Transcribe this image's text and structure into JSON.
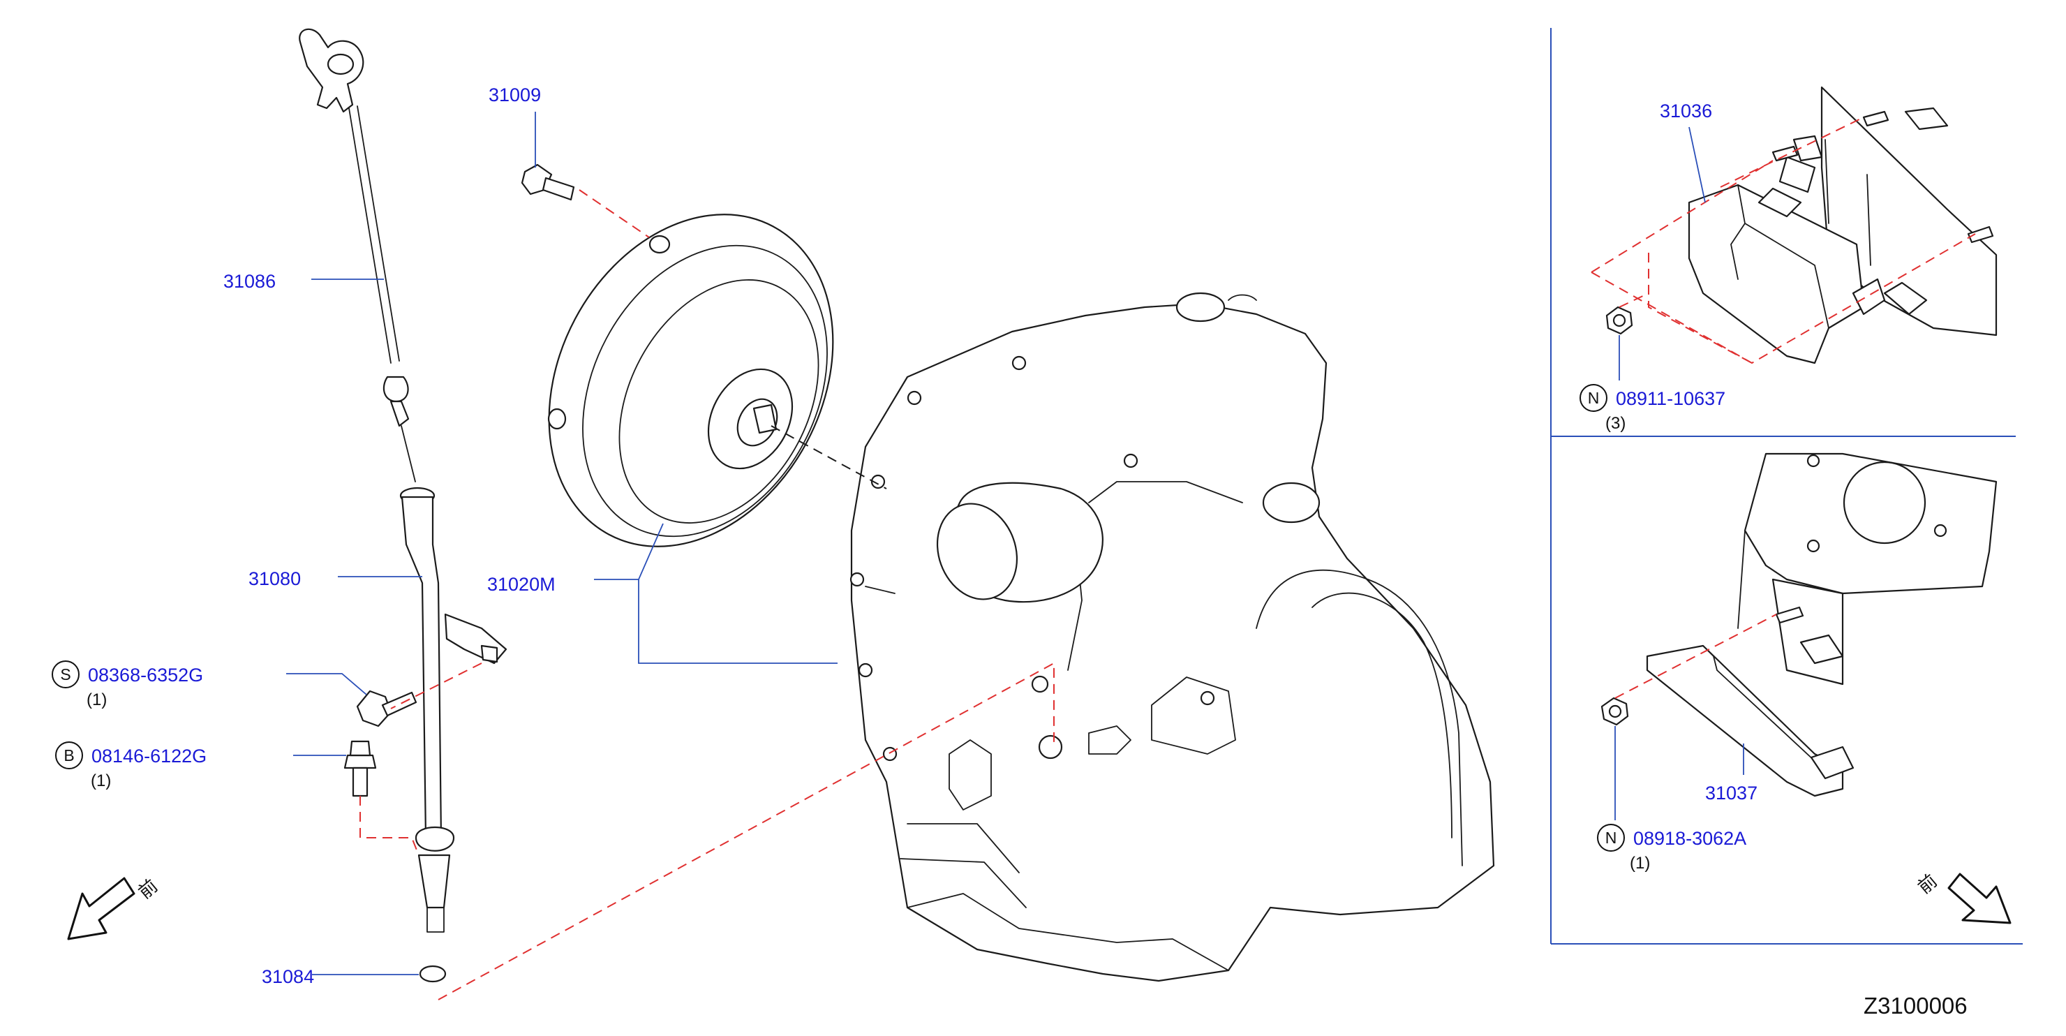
{
  "labels": {
    "p31009": "31009",
    "p31086": "31086",
    "p31080": "31080",
    "p31020m": "31020M",
    "p31084": "31084",
    "p31036": "31036",
    "p31037": "31037"
  },
  "fasteners": {
    "bolt_s": {
      "symbol": "S",
      "number": "08368-6352G",
      "qty": "(1)"
    },
    "bolt_b": {
      "symbol": "B",
      "number": "08146-6122G",
      "qty": "(1)"
    },
    "nut_n1": {
      "symbol": "N",
      "number": "08911-10637",
      "qty": "(3)"
    },
    "nut_n2": {
      "symbol": "N",
      "number": "08918-3062A",
      "qty": "(1)"
    }
  },
  "front_marker": "前",
  "diagram_code": "Z3100006",
  "colors": {
    "label": "#1a1ad6",
    "leader": "#2a4fb8",
    "guide": "#e03030",
    "outline": "#1b1b1b"
  }
}
